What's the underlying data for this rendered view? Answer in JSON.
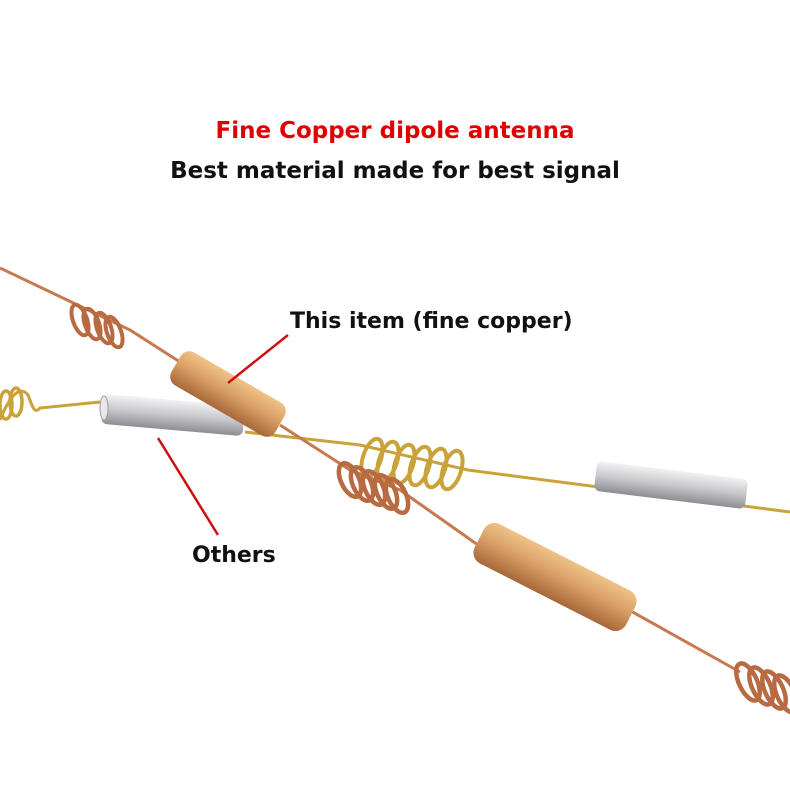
{
  "heading": {
    "title": "Fine Copper dipole antenna",
    "subtitle": "Best material made for best signal"
  },
  "labels": {
    "item": "This item (fine copper)",
    "others": "Others"
  },
  "colors": {
    "title": "#e00000",
    "text": "#111111",
    "pointer": "#d01010",
    "copper": "#c77a4f",
    "copper_dark": "#8e4a2a",
    "brass_tube": "#d9a066",
    "gold_wire": "#c9a23a",
    "silver_tube": "#c8c8cc"
  }
}
